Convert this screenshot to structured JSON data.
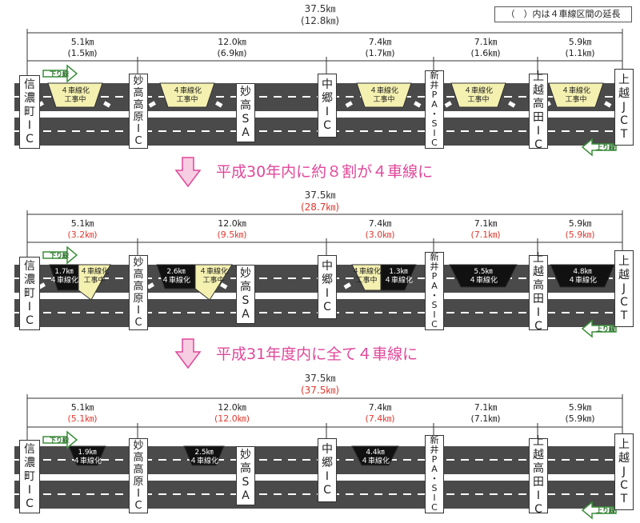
{
  "legend": "（　）内は４車線区間の延長",
  "lane_labels": {
    "down": "下り線",
    "up": "上り線"
  },
  "posts": {
    "shinanomachi": [
      "信",
      "濃",
      "町",
      "I",
      "C"
    ],
    "myokokogen": [
      "妙",
      "高",
      "高",
      "原",
      "I",
      "C"
    ],
    "myoko_sa": [
      "妙",
      "高",
      "S",
      "A"
    ],
    "nakago": [
      "中",
      "郷",
      "I",
      "C"
    ],
    "arai": [
      "新",
      "井",
      "P",
      "A",
      "・",
      "S",
      "I",
      "C"
    ],
    "joetsutakada": [
      "上",
      "越",
      "高",
      "田",
      "I",
      "C"
    ],
    "joetsu_jct": [
      "上",
      "越",
      "J",
      "C",
      "T"
    ]
  },
  "stages": [
    {
      "total_km": "37.5㎞",
      "total_4lane": "(12.8㎞)",
      "segments": [
        {
          "km": "5.1㎞",
          "four": "(1.5㎞)"
        },
        {
          "km": "12.0㎞",
          "four": "(6.9㎞)"
        },
        {
          "km": "7.4㎞",
          "four": "(1.7㎞)"
        },
        {
          "km": "7.1㎞",
          "four": "(1.6㎞)"
        },
        {
          "km": "5.9㎞",
          "four": "(1.1㎞)"
        }
      ],
      "works": [
        "４車線化",
        "工事中"
      ]
    },
    {
      "total_km": "37.5㎞",
      "total_4lane": "(28.7㎞)",
      "segments": [
        {
          "km": "5.1㎞",
          "four": "(3.2㎞)"
        },
        {
          "km": "12.0㎞",
          "four": "(9.5㎞)"
        },
        {
          "km": "7.4㎞",
          "four": "(3.0㎞)"
        },
        {
          "km": "7.1㎞",
          "four": "(7.1㎞)"
        },
        {
          "km": "5.9㎞",
          "four": "(5.9㎞)"
        }
      ],
      "zone_texts": {
        "z1a": "1.7㎞",
        "z1b": "４車線化",
        "z1c": "工事中",
        "z1d": "４車線化",
        "z2a": "2.6㎞",
        "z2b": "４車線化",
        "z2c": "工事中",
        "z2d": "４車線化",
        "z3a": "４車線化",
        "z3b": "工事中",
        "z3c": "1.3㎞",
        "z3d": "４車線化",
        "z4a": "5.5㎞",
        "z4b": "４車線化",
        "z5a": "4.8㎞",
        "z5b": "４車線化"
      }
    },
    {
      "total_km": "37.5㎞",
      "total_4lane": "(37.5㎞)",
      "segments": [
        {
          "km": "5.1㎞",
          "four": "(5.1㎞)"
        },
        {
          "km": "12.0㎞",
          "four": "(12.0㎞)"
        },
        {
          "km": "7.4㎞",
          "four": "(7.4㎞)"
        },
        {
          "km": "7.1㎞",
          "four": "(7.1㎞)"
        },
        {
          "km": "5.9㎞",
          "four": "(5.9㎞)"
        }
      ],
      "zone_texts": {
        "z1a": "1.9㎞",
        "z1b": "４車線化",
        "z2a": "2.5㎞",
        "z2b": "４車線化",
        "z3a": "4.4㎞",
        "z3b": "４車線化"
      }
    }
  ],
  "captions": [
    "平成30年内に約８割が４車線に",
    "平成31年度内に全て４車線に"
  ],
  "colors": {
    "road": "#4a4a4a",
    "work": "#f4f0b0",
    "caption": "#e0479a",
    "red": "#e03a2f",
    "arrow_fill": "#f7cde2",
    "lane_arrow": "#3a8f3a"
  }
}
